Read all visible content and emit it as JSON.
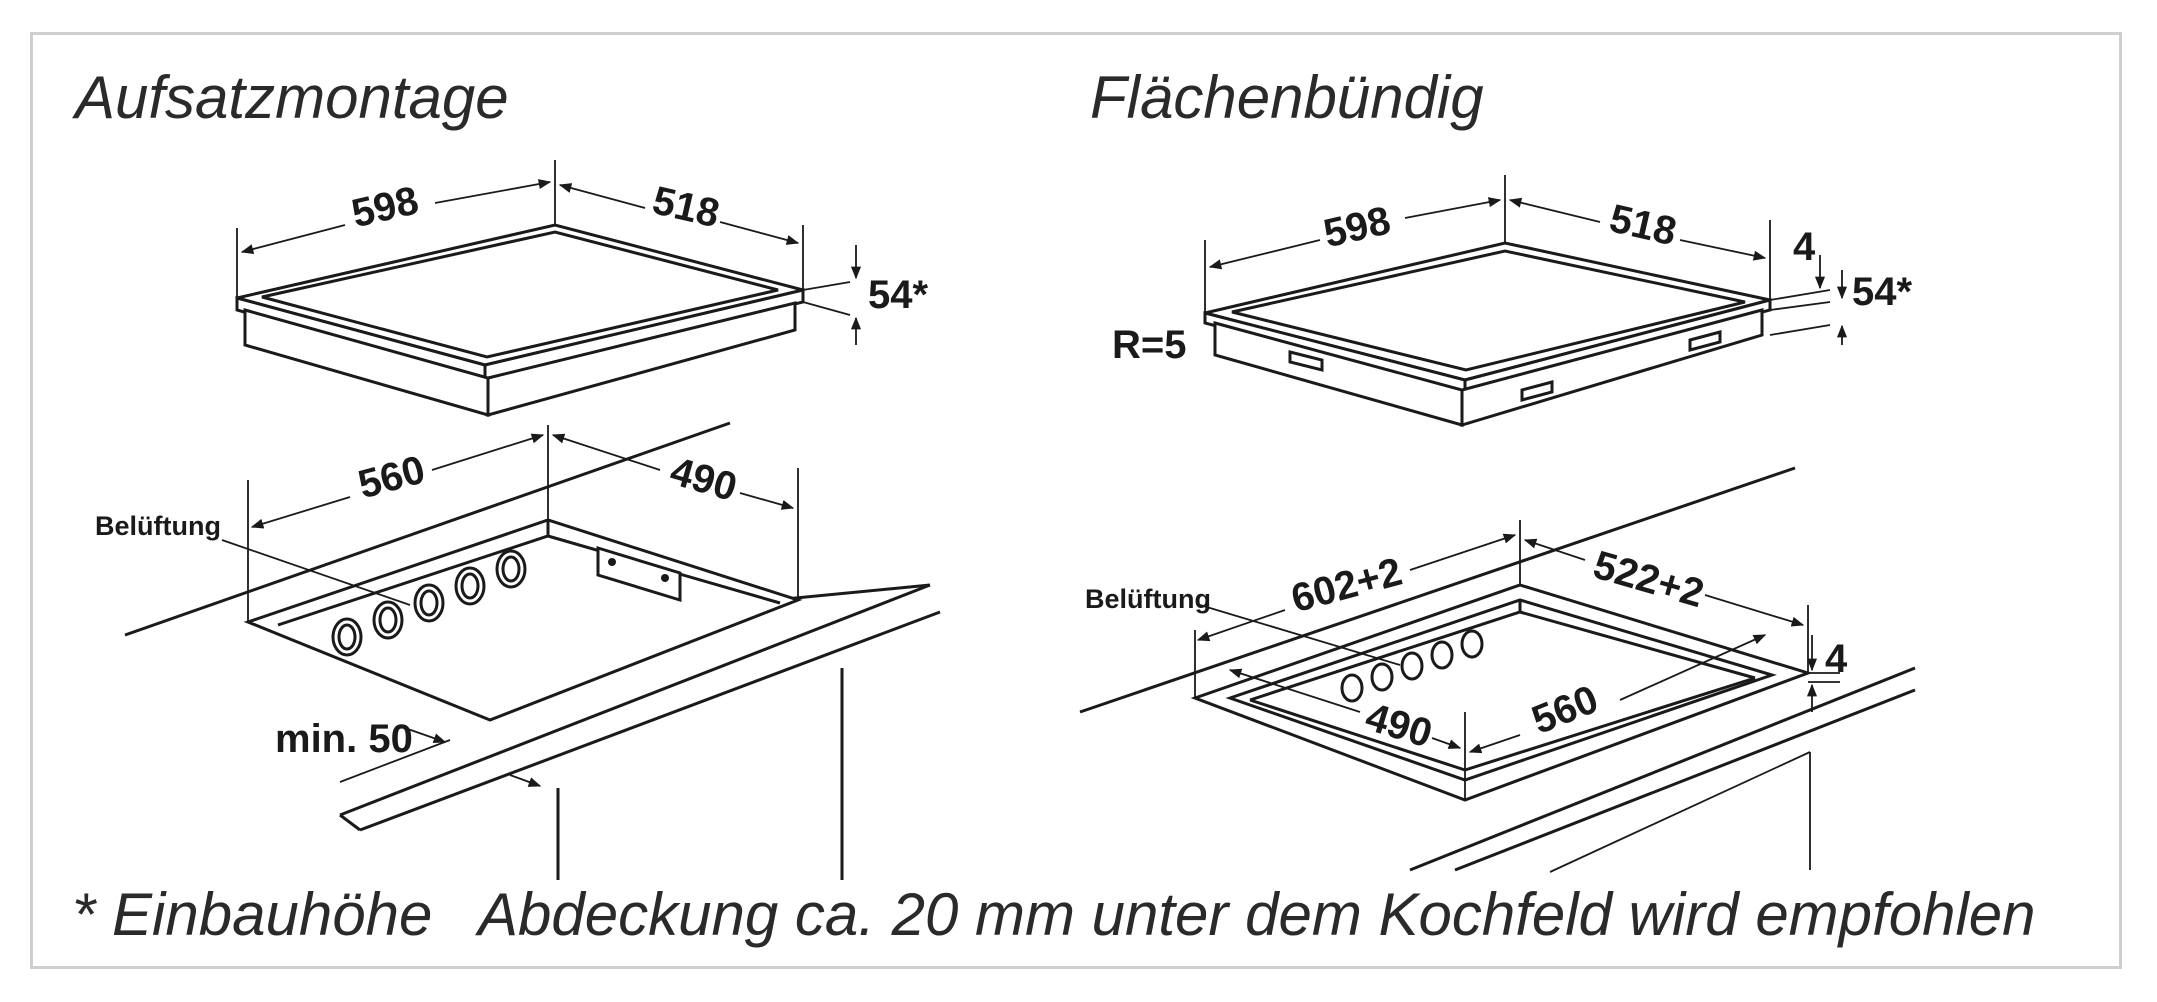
{
  "left_panel": {
    "title": "Aufsatzmontage",
    "cooktop": {
      "width": "598",
      "depth": "518",
      "height": "54*"
    },
    "cutout": {
      "width": "560",
      "depth": "490",
      "distance_label": "min. 50",
      "vent_label": "Belüftung"
    }
  },
  "right_panel": {
    "title": "Flächenbündig",
    "cooktop": {
      "width": "598",
      "depth": "518",
      "edge": "4",
      "height": "54*",
      "radius": "R=5"
    },
    "cutout": {
      "outer_width": "602+2",
      "outer_depth": "522+2",
      "rebate": "4",
      "inner_depth": "490",
      "inner_width": "560",
      "vent_label": "Belüftung"
    }
  },
  "footer": {
    "note": "* Einbauhöhe",
    "recommendation": "Abdeckung ca. 20 mm unter dem Kochfeld wird empfohlen"
  }
}
